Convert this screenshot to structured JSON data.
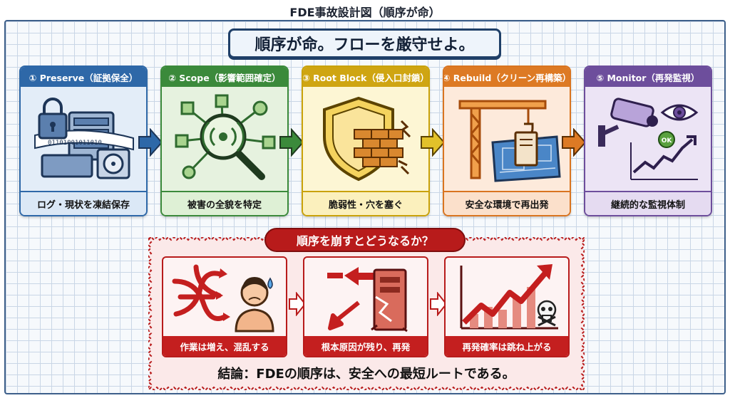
{
  "title": "FDE事故設計図（順序が命）",
  "headline": "順序が命。フローを厳守せよ。",
  "stages": [
    {
      "title": "① Preserve（証拠保全）",
      "label": "ログ・現状を凍結保存",
      "icon": "lock-server-disk-icon",
      "color": "#2e68a8"
    },
    {
      "title": "② Scope（影響範囲確定）",
      "label": "被害の全貌を特定",
      "icon": "network-magnifier-icon",
      "color": "#3b8a3b"
    },
    {
      "title": "③ Root Block（侵入口封鎖）",
      "label": "脆弱性・穴を塞ぐ",
      "icon": "shield-brick-wall-icon",
      "color": "#cfa512"
    },
    {
      "title": "④ Rebuild（クリーン再構築）",
      "label": "安全な環境で再出発",
      "icon": "crane-blueprint-server-icon",
      "color": "#dd7a24"
    },
    {
      "title": "⑤ Monitor（再発監視）",
      "label": "継続的な監視体制",
      "icon": "camera-eye-chart-icon",
      "color": "#6d4e9c"
    }
  ],
  "monitor_badge": "OK",
  "risk": {
    "title": "順序を崩すとどうなるか？",
    "cards": [
      {
        "label": "作業は増え、混乱する",
        "icon": "tangled-arrows-person-icon"
      },
      {
        "label": "根本原因が残り、再発",
        "icon": "broken-arrow-server-icon"
      },
      {
        "label": "再発確率は跳ね上がる",
        "icon": "rising-chart-skull-icon"
      }
    ],
    "conclusion": "結論：FDEの順序は、安全への最短ルートである。"
  }
}
